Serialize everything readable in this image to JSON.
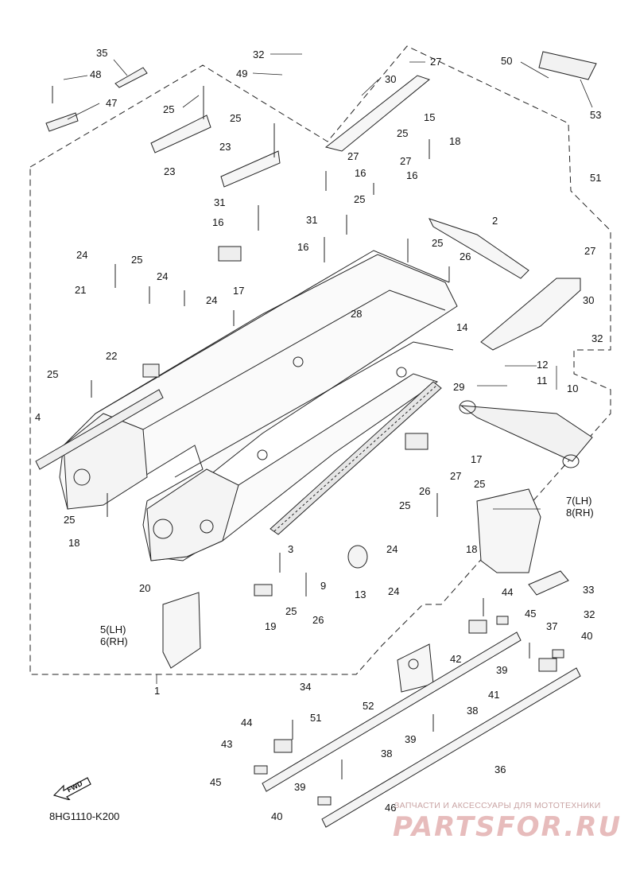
{
  "diagram_code": "8HG1110-K200",
  "fwd_label": "FWD",
  "watermark": {
    "tagline": "ЗАПЧАСТИ И АКСЕССУАРЫ ДЛЯ МОТОТЕХНИКИ",
    "brand": "PARTSFOR.RU"
  },
  "callouts": [
    {
      "id": "c35",
      "text": "35"
    },
    {
      "id": "c32a",
      "text": "32"
    },
    {
      "id": "c49",
      "text": "49"
    },
    {
      "id": "c27a",
      "text": "27"
    },
    {
      "id": "c50",
      "text": "50"
    },
    {
      "id": "c48",
      "text": "48"
    },
    {
      "id": "c30a",
      "text": "30"
    },
    {
      "id": "c53",
      "text": "53"
    },
    {
      "id": "c47",
      "text": "47"
    },
    {
      "id": "c25a",
      "text": "25"
    },
    {
      "id": "c15",
      "text": "15"
    },
    {
      "id": "c25b",
      "text": "25"
    },
    {
      "id": "c25c",
      "text": "25"
    },
    {
      "id": "c18a",
      "text": "18"
    },
    {
      "id": "c23a",
      "text": "23"
    },
    {
      "id": "c23b",
      "text": "23"
    },
    {
      "id": "c27b",
      "text": "27"
    },
    {
      "id": "c27c",
      "text": "27"
    },
    {
      "id": "c16a",
      "text": "16"
    },
    {
      "id": "c16b",
      "text": "16"
    },
    {
      "id": "c51a",
      "text": "51"
    },
    {
      "id": "c25d",
      "text": "25"
    },
    {
      "id": "c31a",
      "text": "31"
    },
    {
      "id": "c2",
      "text": "2"
    },
    {
      "id": "c16c",
      "text": "16"
    },
    {
      "id": "c31b",
      "text": "31"
    },
    {
      "id": "c27d",
      "text": "27"
    },
    {
      "id": "c25e",
      "text": "25"
    },
    {
      "id": "c16d",
      "text": "16"
    },
    {
      "id": "c24a",
      "text": "24"
    },
    {
      "id": "c26a",
      "text": "26"
    },
    {
      "id": "c25f",
      "text": "25"
    },
    {
      "id": "c17a",
      "text": "17"
    },
    {
      "id": "c21",
      "text": "21"
    },
    {
      "id": "c24b",
      "text": "24"
    },
    {
      "id": "c30b",
      "text": "30"
    },
    {
      "id": "c24c",
      "text": "24"
    },
    {
      "id": "c28",
      "text": "28"
    },
    {
      "id": "c14",
      "text": "14"
    },
    {
      "id": "c32b",
      "text": "32"
    },
    {
      "id": "c22",
      "text": "22"
    },
    {
      "id": "c12",
      "text": "12"
    },
    {
      "id": "c25g",
      "text": "25"
    },
    {
      "id": "c11",
      "text": "11"
    },
    {
      "id": "c10",
      "text": "10"
    },
    {
      "id": "c29",
      "text": "29"
    },
    {
      "id": "c4",
      "text": "4"
    },
    {
      "id": "c17b",
      "text": "17"
    },
    {
      "id": "c27e",
      "text": "27"
    },
    {
      "id": "c26b",
      "text": "26"
    },
    {
      "id": "c25h",
      "text": "25"
    },
    {
      "id": "c25i",
      "text": "25"
    },
    {
      "id": "c7",
      "text": "7(LH)"
    },
    {
      "id": "c8",
      "text": "8(RH)"
    },
    {
      "id": "c25j",
      "text": "25"
    },
    {
      "id": "c18b",
      "text": "18"
    },
    {
      "id": "c18c",
      "text": "18"
    },
    {
      "id": "c3",
      "text": "3"
    },
    {
      "id": "c24d",
      "text": "24"
    },
    {
      "id": "c20",
      "text": "20"
    },
    {
      "id": "c9",
      "text": "9"
    },
    {
      "id": "c13",
      "text": "13"
    },
    {
      "id": "c24e",
      "text": "24"
    },
    {
      "id": "c25k",
      "text": "25"
    },
    {
      "id": "c26c",
      "text": "26"
    },
    {
      "id": "c33",
      "text": "33"
    },
    {
      "id": "c44a",
      "text": "44"
    },
    {
      "id": "c32c",
      "text": "32"
    },
    {
      "id": "c5",
      "text": "5(LH)"
    },
    {
      "id": "c6",
      "text": "6(RH)"
    },
    {
      "id": "c45a",
      "text": "45"
    },
    {
      "id": "c19",
      "text": "19"
    },
    {
      "id": "c37",
      "text": "37"
    },
    {
      "id": "c40a",
      "text": "40"
    },
    {
      "id": "c42",
      "text": "42"
    },
    {
      "id": "c39a",
      "text": "39"
    },
    {
      "id": "c41",
      "text": "41"
    },
    {
      "id": "c1",
      "text": "1"
    },
    {
      "id": "c34",
      "text": "34"
    },
    {
      "id": "c51b",
      "text": "51"
    },
    {
      "id": "c52",
      "text": "52"
    },
    {
      "id": "c44b",
      "text": "44"
    },
    {
      "id": "c39b",
      "text": "39"
    },
    {
      "id": "c43",
      "text": "43"
    },
    {
      "id": "c38a",
      "text": "38"
    },
    {
      "id": "c36",
      "text": "36"
    },
    {
      "id": "c38b",
      "text": "38"
    },
    {
      "id": "c45b",
      "text": "45"
    },
    {
      "id": "c39c",
      "text": "39"
    },
    {
      "id": "c40b",
      "text": "40"
    },
    {
      "id": "c46",
      "text": "46"
    }
  ]
}
